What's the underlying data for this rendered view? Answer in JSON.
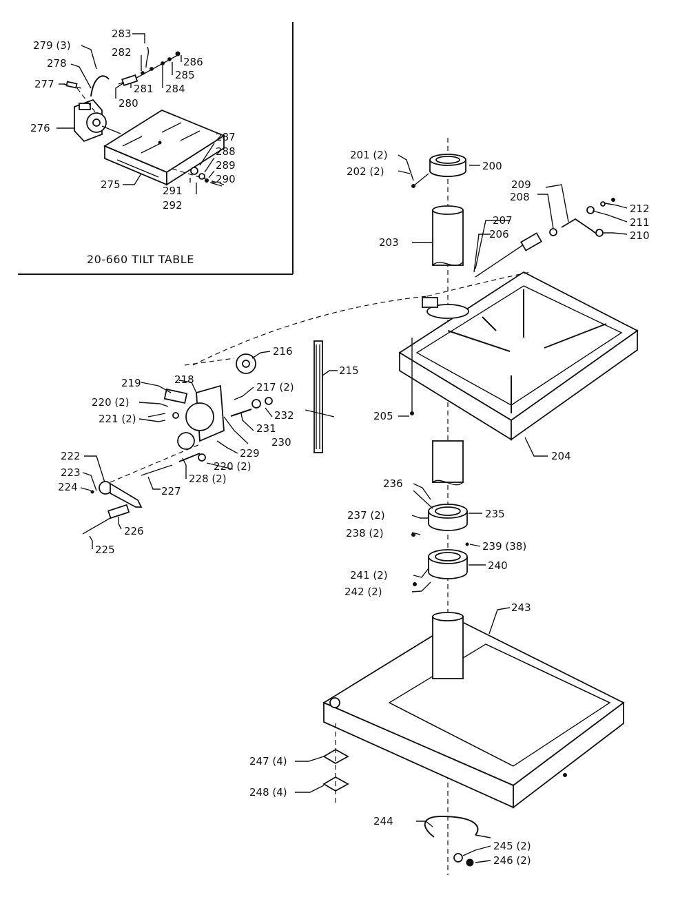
{
  "inset": {
    "caption": "20-660 TILT TABLE",
    "labels": {
      "l279": "279 (3)",
      "l278": "278",
      "l277": "277",
      "l276": "276",
      "l275": "275",
      "l280": "280",
      "l281": "281",
      "l282": "282",
      "l283": "283",
      "l284": "284",
      "l285": "285",
      "l286": "286",
      "l287": "287",
      "l288": "288",
      "l289": "289",
      "l290": "290",
      "l291": "291",
      "l292": "292"
    }
  },
  "main": {
    "labels": {
      "l200": "200",
      "l201": "201 (2)",
      "l202": "202 (2)",
      "l203": "203",
      "l204": "204",
      "l205": "205",
      "l206": "206",
      "l207": "207",
      "l208": "208",
      "l209": "209",
      "l210": "210",
      "l211": "211",
      "l212": "212",
      "l215": "215",
      "l216": "216",
      "l217": "217 (2)",
      "l218": "218",
      "l219": "219",
      "l220a": "220 (2)",
      "l221": "221 (2)",
      "l222": "222",
      "l223": "223",
      "l224": "224",
      "l225": "225",
      "l226": "226",
      "l227": "227",
      "l228": "228 (2)",
      "l229": "229",
      "l220b": "220 (2)",
      "l230": "230",
      "l231": "231",
      "l232": "232",
      "l235": "235",
      "l236": "236",
      "l237": "237 (2)",
      "l238": "238 (2)",
      "l239": "239 (38)",
      "l240": "240",
      "l241": "241 (2)",
      "l242": "242 (2)",
      "l243": "243",
      "l244": "244",
      "l245": "245 (2)",
      "l246": "246 (2)",
      "l247": "247 (4)",
      "l248": "248 (4)"
    }
  }
}
